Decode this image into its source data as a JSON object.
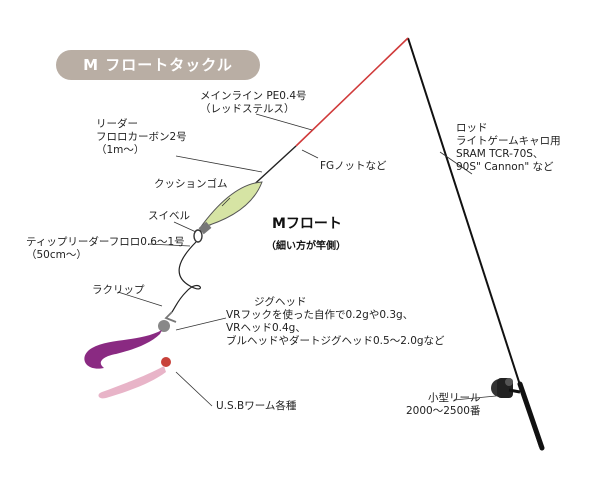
{
  "title": "M フロートタックル",
  "colors": {
    "pill": "#b9aea4",
    "main_line": "#d03a3a",
    "leader": "#222222",
    "float": "#d6e4a4",
    "worm_purple": "#8a2a82",
    "worm_pink": "#e8b4c8"
  },
  "labels": {
    "main_line": [
      "メインライン PE0.4号",
      "（レッドステルス）"
    ],
    "leader": [
      "リーダー",
      "フロロカーボン2号",
      "（1m〜）"
    ],
    "fg_knot": "FGノットなど",
    "cushion": "クッションゴム",
    "swivel": "スイベル",
    "float_title": "Mフロート",
    "float_note": "（細い方が竿側）",
    "tippet": [
      "ティップリーダーフロロ0.6〜1号",
      "（50cm〜）"
    ],
    "snap": "ラクリップ",
    "jighead": [
      "ジグヘッド",
      "VRフックを使った自作で0.2gや0.3g、",
      "VRヘッド0.4g、",
      "ブルヘッドやダートジグヘッド0.5〜2.0gなど"
    ],
    "worm": "U.S.Bワーム各種",
    "rod": [
      "ロッド",
      "ライトゲームキャロ用",
      "SRAM TCR-70S、",
      "90S\" Cannon\" など"
    ],
    "reel": [
      "小型リール",
      "2000〜2500番"
    ]
  }
}
